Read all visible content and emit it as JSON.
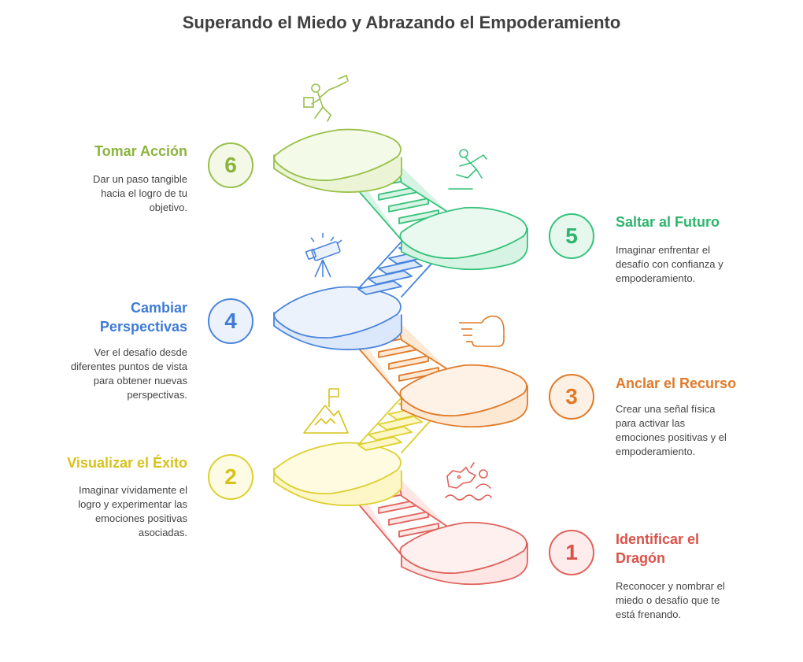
{
  "title": "Superando el Miedo y Abrazando el Empoderamiento",
  "steps": [
    {
      "number": "1",
      "heading_line1": "Identificar el",
      "heading_line2": "Dragón",
      "description": [
        "Reconocer y nombrar el",
        "miedo o desafío que te",
        "está frenando."
      ],
      "icon": "dragon-person-icon",
      "color": "#e0625b"
    },
    {
      "number": "2",
      "heading": "Visualizar el Éxito",
      "description": [
        "Imaginar vívidamente el",
        "logro y experimentar las",
        "emociones positivas",
        "asociadas."
      ],
      "icon": "mountain-flag-icon",
      "color": "#ddd030"
    },
    {
      "number": "3",
      "heading": "Anclar el Recurso",
      "description": [
        "Crear una señal física",
        "para activar las",
        "emociones positivas y el",
        "empoderamiento."
      ],
      "icon": "pointing-hand-icon",
      "color": "#e07a28"
    },
    {
      "number": "4",
      "heading_line1": "Cambiar",
      "heading_line2": "Perspectivas",
      "description": [
        "Ver el desafío desde",
        "diferentes puntos de vista",
        "para obtener nuevas",
        "perspectivas."
      ],
      "icon": "telescope-icon",
      "color": "#4a85dd"
    },
    {
      "number": "5",
      "heading": "Saltar al Futuro",
      "description": [
        "Imaginar enfrentar el",
        "desafío con confianza y",
        "empoderamiento."
      ],
      "icon": "jumping-person-icon",
      "color": "#36c27a"
    },
    {
      "number": "6",
      "heading": "Tomar Acción",
      "description": [
        "Dar un paso tangible",
        "hacia el logro de tu",
        "objetivo."
      ],
      "icon": "running-person-icon",
      "color": "#98c04a"
    }
  ]
}
